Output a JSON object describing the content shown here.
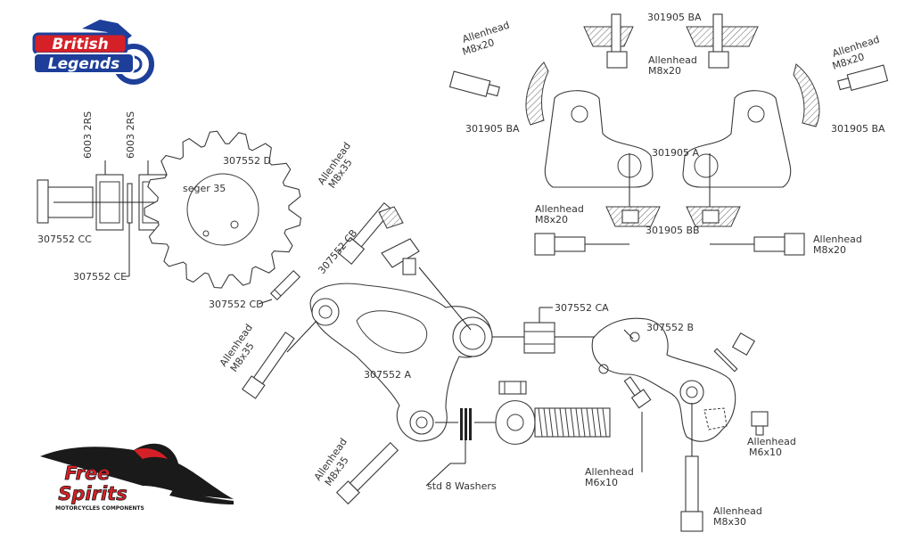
{
  "colors": {
    "brand_blue": "#1d3f9a",
    "brand_red": "#d62027",
    "line": "#3a3a3a",
    "background": "#ffffff"
  },
  "brands": {
    "british_legends_line1": "British",
    "british_legends_line2": "Legends",
    "free_spirits_line1": "Free",
    "free_spirits_line2": "Spirits",
    "free_spirits_tagline": "MOTORCYCLES COMPONENTS"
  },
  "labels": {
    "p301905_ba_top": "301905 BA",
    "allenhead_top_mid": "Allenhead",
    "m8x20_top_mid": "M8x20",
    "allenhead_top_left": "Allenhead",
    "m8x20_top_left": "M8x20",
    "allenhead_top_right": "Allenhead",
    "m8x20_top_right": "M8x20",
    "p301905_ba_left": "301905 BA",
    "p301905_ba_right": "301905 BA",
    "p301905_a": "301905 A",
    "allenhead_mid_left": "Allenhead",
    "m8x20_mid_left": "M8x20",
    "p301905_bb": "301905 BB",
    "allenhead_mid_right": "Allenhead",
    "m8x20_mid_right": "M8x20",
    "bearing_1": "6003 2RS",
    "bearing_2": "6003 2RS",
    "p307552_d": "307552 D",
    "seger_35": "seger 35",
    "p307552_cc": "307552 CC",
    "p307552_ce": "307552 CE",
    "allenhead_m8x35_upper": "Allenhead",
    "m8x35_upper": "M8x35",
    "p307552_cb": "307552 CB",
    "p307552_cd": "307552 CD",
    "allenhead_left": "Allenhead",
    "m8x35_left": "M8x35",
    "p307552_a": "307552 A",
    "p307552_ca": "307552 CA",
    "p307552_b": "307552 B",
    "allenhead_m6x10_right": "Allenhead",
    "m6x10_right": "M6x10",
    "allenhead_m6x10_mid": "Allenhead",
    "m6x10_mid": "M6x10",
    "allenhead_m8x30": "Allenhead",
    "m8x30": "M8x30",
    "allenhead_bottom_left": "Allenhead",
    "m8x35_bottom_left": "M8x35",
    "std_washers": "std 8 Washers"
  }
}
